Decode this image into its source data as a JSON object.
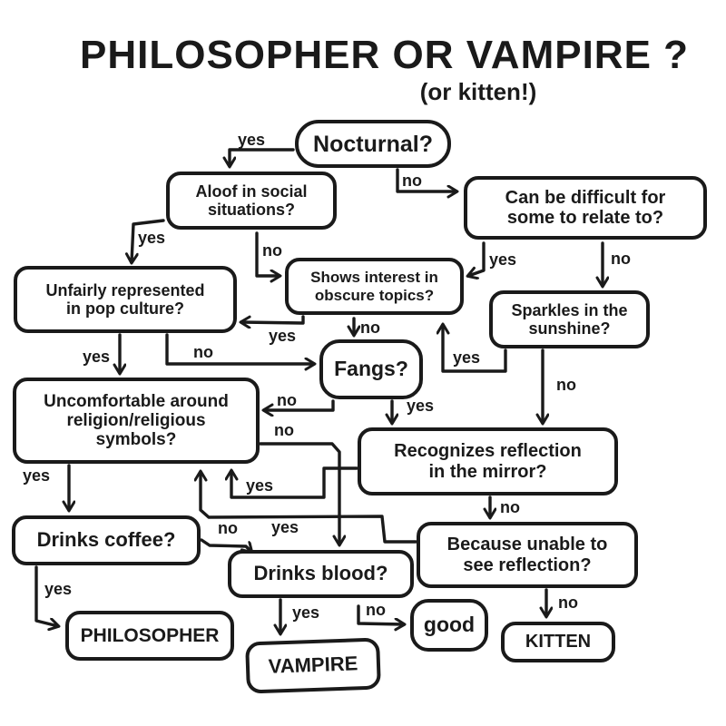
{
  "title": "PHILOSOPHER OR VAMPIRE ?",
  "subtitle": "(or kitten!)",
  "colors": {
    "ink": "#1a1a1a",
    "paper": "#ffffff"
  },
  "nodes": {
    "nocturnal": "Nocturnal?",
    "aloof": "Aloof in social\nsituations?",
    "difficult": "Can be difficult for\nsome to relate to?",
    "unfairly": "Unfairly represented\nin pop culture?",
    "obscure": "Shows interest in\nobscure topics?",
    "sparkles": "Sparkles in the\nsunshine?",
    "fangs": "Fangs?",
    "religion": "Uncomfortable around\nreligion/religious\nsymbols?",
    "mirror": "Recognizes reflection\nin the mirror?",
    "coffee": "Drinks coffee?",
    "blood": "Drinks blood?",
    "unable": "Because unable to\nsee reflection?",
    "philosopher": "PHILOSOPHER",
    "vampire": "VAMPIRE",
    "good": "good",
    "kitten": "KITTEN"
  },
  "edge_labels": {
    "nocturnal_yes": "yes",
    "nocturnal_no": "no",
    "aloof_yes": "yes",
    "aloof_no": "no",
    "difficult_yes": "yes",
    "difficult_no": "no",
    "obscure_yes": "yes",
    "obscure_no": "no",
    "sparkles_yes": "yes",
    "sparkles_no": "no",
    "unfairly_yes": "yes",
    "unfairly_no": "no",
    "fangs_yes": "yes",
    "fangs_no": "no",
    "religion_yes": "yes",
    "religion_no": "no",
    "mirror_yes": "yes",
    "mirror_no": "no",
    "unable_yes": "yes",
    "unable_no": "no",
    "coffee_yes": "yes",
    "coffee_no": "no",
    "blood_yes": "yes",
    "blood_no": "no"
  }
}
